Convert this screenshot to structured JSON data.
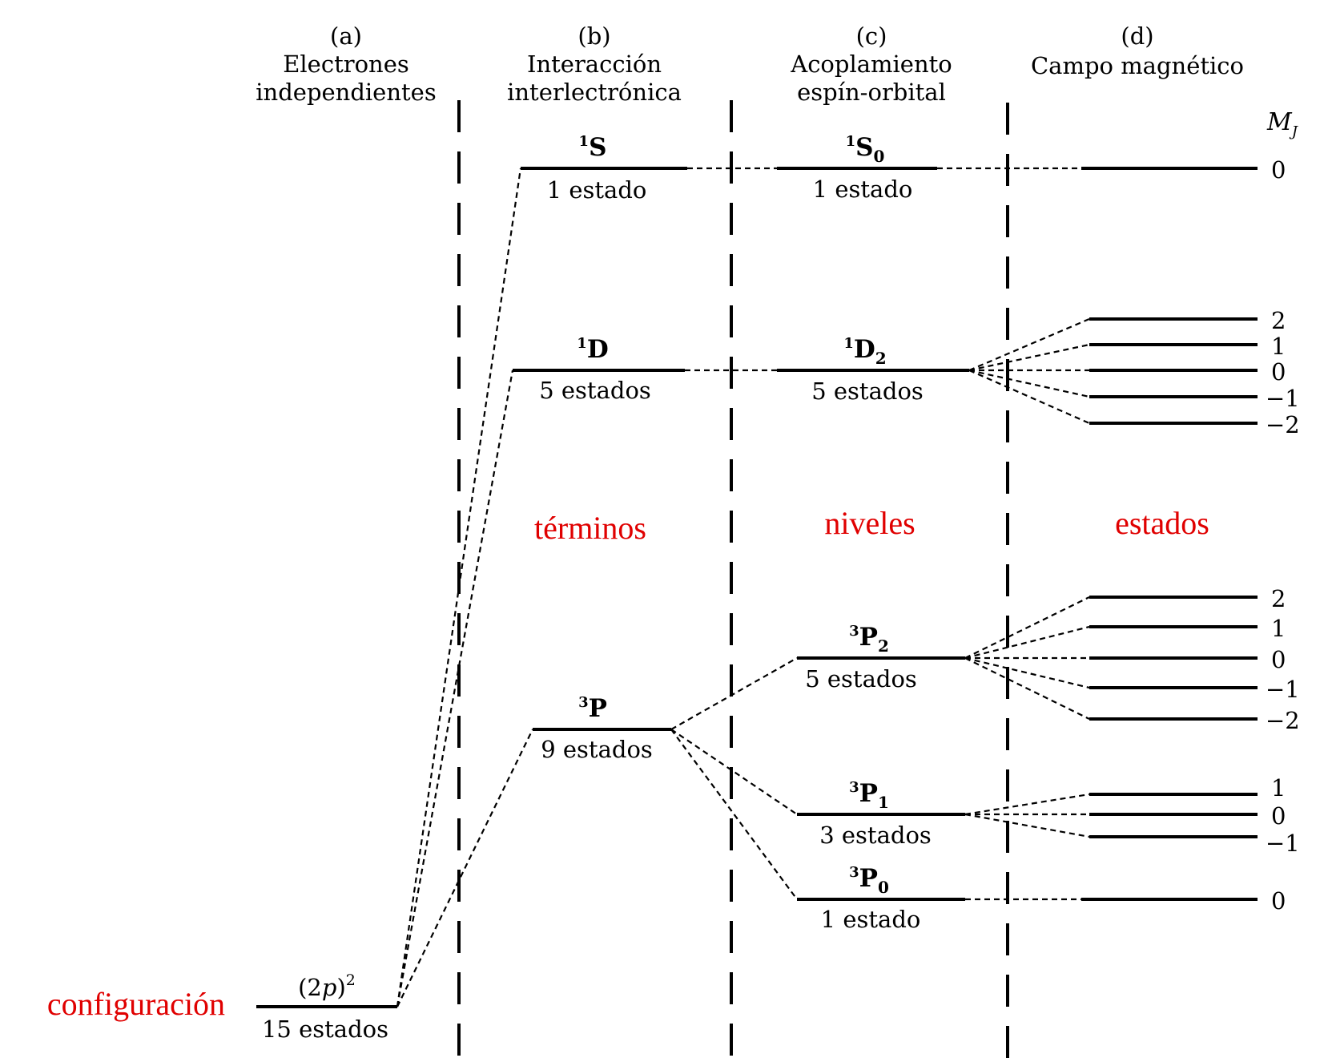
{
  "columns": [
    {
      "letter": "(a)",
      "line1": "Electrones",
      "line2": "independientes"
    },
    {
      "letter": "(b)",
      "line1": "Interacción",
      "line2": "interlectrónica"
    },
    {
      "letter": "(c)",
      "line1": "Acoplamiento",
      "line2": "espín-orbital"
    },
    {
      "letter": "(d)",
      "line1": "Campo magnético",
      "line2": ""
    }
  ],
  "config": {
    "term_base": "(2",
    "term_italic": "p",
    "term_close": ")",
    "power": "2",
    "states": "15 estados"
  },
  "terms": [
    {
      "sup": "1",
      "letter": "S",
      "states": "1 estado"
    },
    {
      "sup": "1",
      "letter": "D",
      "states": "5 estados"
    },
    {
      "sup": "3",
      "letter": "P",
      "states": "9 estados"
    }
  ],
  "levels": [
    {
      "sup": "1",
      "letter": "S",
      "sub": "0",
      "states": "1 estado"
    },
    {
      "sup": "1",
      "letter": "D",
      "sub": "2",
      "states": "5 estados"
    },
    {
      "sup": "3",
      "letter": "P",
      "sub": "2",
      "states": "5 estados"
    },
    {
      "sup": "3",
      "letter": "P",
      "sub": "1",
      "states": "3 estados"
    },
    {
      "sup": "3",
      "letter": "P",
      "sub": "0",
      "states": "1 estado"
    }
  ],
  "mj_header": {
    "letter": "M",
    "sub": "J"
  },
  "mj_labels": {
    "s0": [
      "0"
    ],
    "d2": [
      "2",
      "1",
      "0",
      "−1",
      "−2"
    ],
    "p2": [
      "2",
      "1",
      "0",
      "−1",
      "−2"
    ],
    "p1": [
      "1",
      "0",
      "−1"
    ],
    "p0": [
      "0"
    ]
  },
  "annotations": {
    "configuracion": "configuración",
    "terminos": "términos",
    "niveles": "niveles",
    "estados": "estados"
  }
}
